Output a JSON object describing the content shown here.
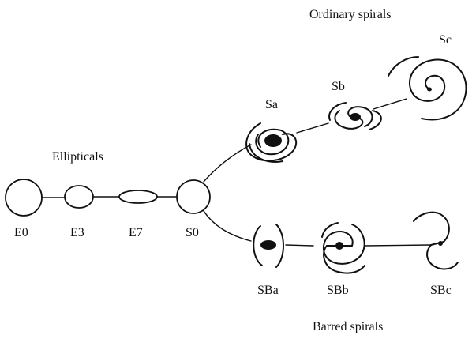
{
  "groups": {
    "ellipticals": "Ellipticals",
    "ordinary_spirals": "Ordinary spirals",
    "barred_spirals": "Barred spirals"
  },
  "galaxies": {
    "e0": "E0",
    "e3": "E3",
    "e7": "E7",
    "s0": "S0",
    "sa": "Sa",
    "sb": "Sb",
    "sc": "Sc",
    "sba": "SBa",
    "sbb": "SBb",
    "sbc": "SBc"
  },
  "colors": {
    "ink": "#111111",
    "background": "#ffffff"
  }
}
